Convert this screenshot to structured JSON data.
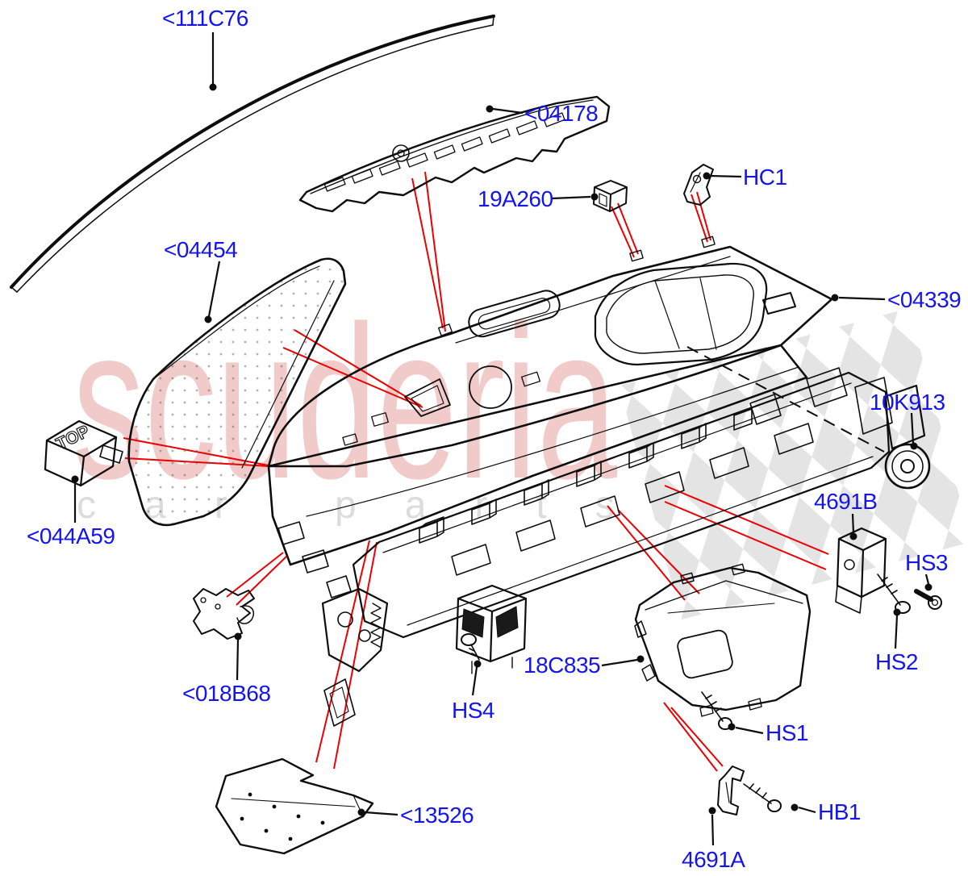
{
  "page": {
    "background_color": "#ffffff",
    "type": "exploded-parts-diagram",
    "subject": "Instrument panel assembly"
  },
  "watermark": {
    "brand": "scuderia",
    "tagline": "car parts",
    "brand_color": "#f0c6c6",
    "tagline_color": "#dcdcdc",
    "checker_color": "#e4e4e4"
  },
  "diagram": {
    "label_color": "#1414f0",
    "leader_color": "#0d0d0d",
    "callout_color": "#ec0000",
    "top_marking": "TOP",
    "labels": [
      {
        "id": "111C76",
        "text": "<111C76"
      },
      {
        "id": "04178",
        "text": "<04178"
      },
      {
        "id": "19A260",
        "text": "19A260"
      },
      {
        "id": "HC1",
        "text": "HC1"
      },
      {
        "id": "04454",
        "text": "<04454"
      },
      {
        "id": "04339",
        "text": "<04339"
      },
      {
        "id": "10K913",
        "text": "10K913"
      },
      {
        "id": "4691B",
        "text": "4691B"
      },
      {
        "id": "HS3",
        "text": "HS3"
      },
      {
        "id": "HS2",
        "text": "HS2"
      },
      {
        "id": "044A59",
        "text": "<044A59"
      },
      {
        "id": "018B68",
        "text": "<018B68"
      },
      {
        "id": "HS4",
        "text": "HS4"
      },
      {
        "id": "18C835",
        "text": "18C835"
      },
      {
        "id": "HS1",
        "text": "HS1"
      },
      {
        "id": "HB1",
        "text": "HB1"
      },
      {
        "id": "13526",
        "text": "<13526"
      },
      {
        "id": "4691A",
        "text": "4691A"
      }
    ]
  }
}
